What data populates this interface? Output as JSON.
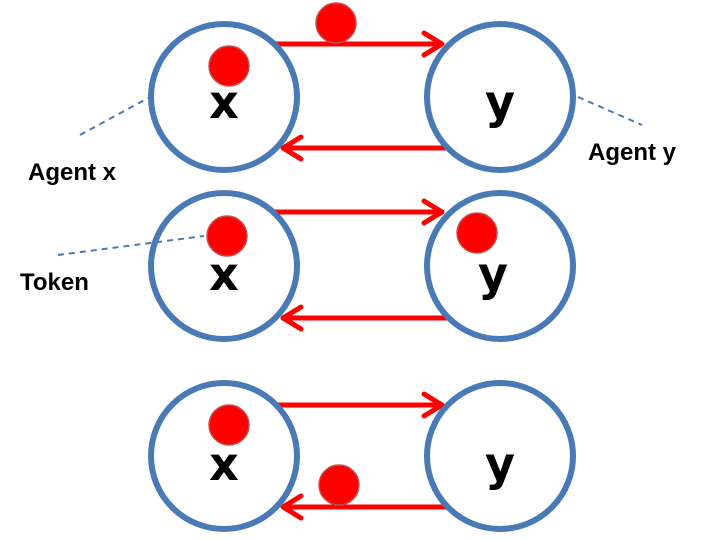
{
  "colors": {
    "node_stroke": "#4a7ab5",
    "arrow": "#ff0000",
    "token": "#ff0000"
  },
  "annotations": {
    "agent_x": "Agent x",
    "agent_y": "Agent y",
    "token": "Token"
  },
  "rows": [
    {
      "node_x": "x",
      "node_y": "y",
      "token_position": "on forward channel x→y, token also at x"
    },
    {
      "node_x": "x",
      "node_y": "y",
      "token_position": "tokens at x and y"
    },
    {
      "node_x": "x",
      "node_y": "y",
      "token_position": "on return channel y→x, token also at x"
    }
  ]
}
